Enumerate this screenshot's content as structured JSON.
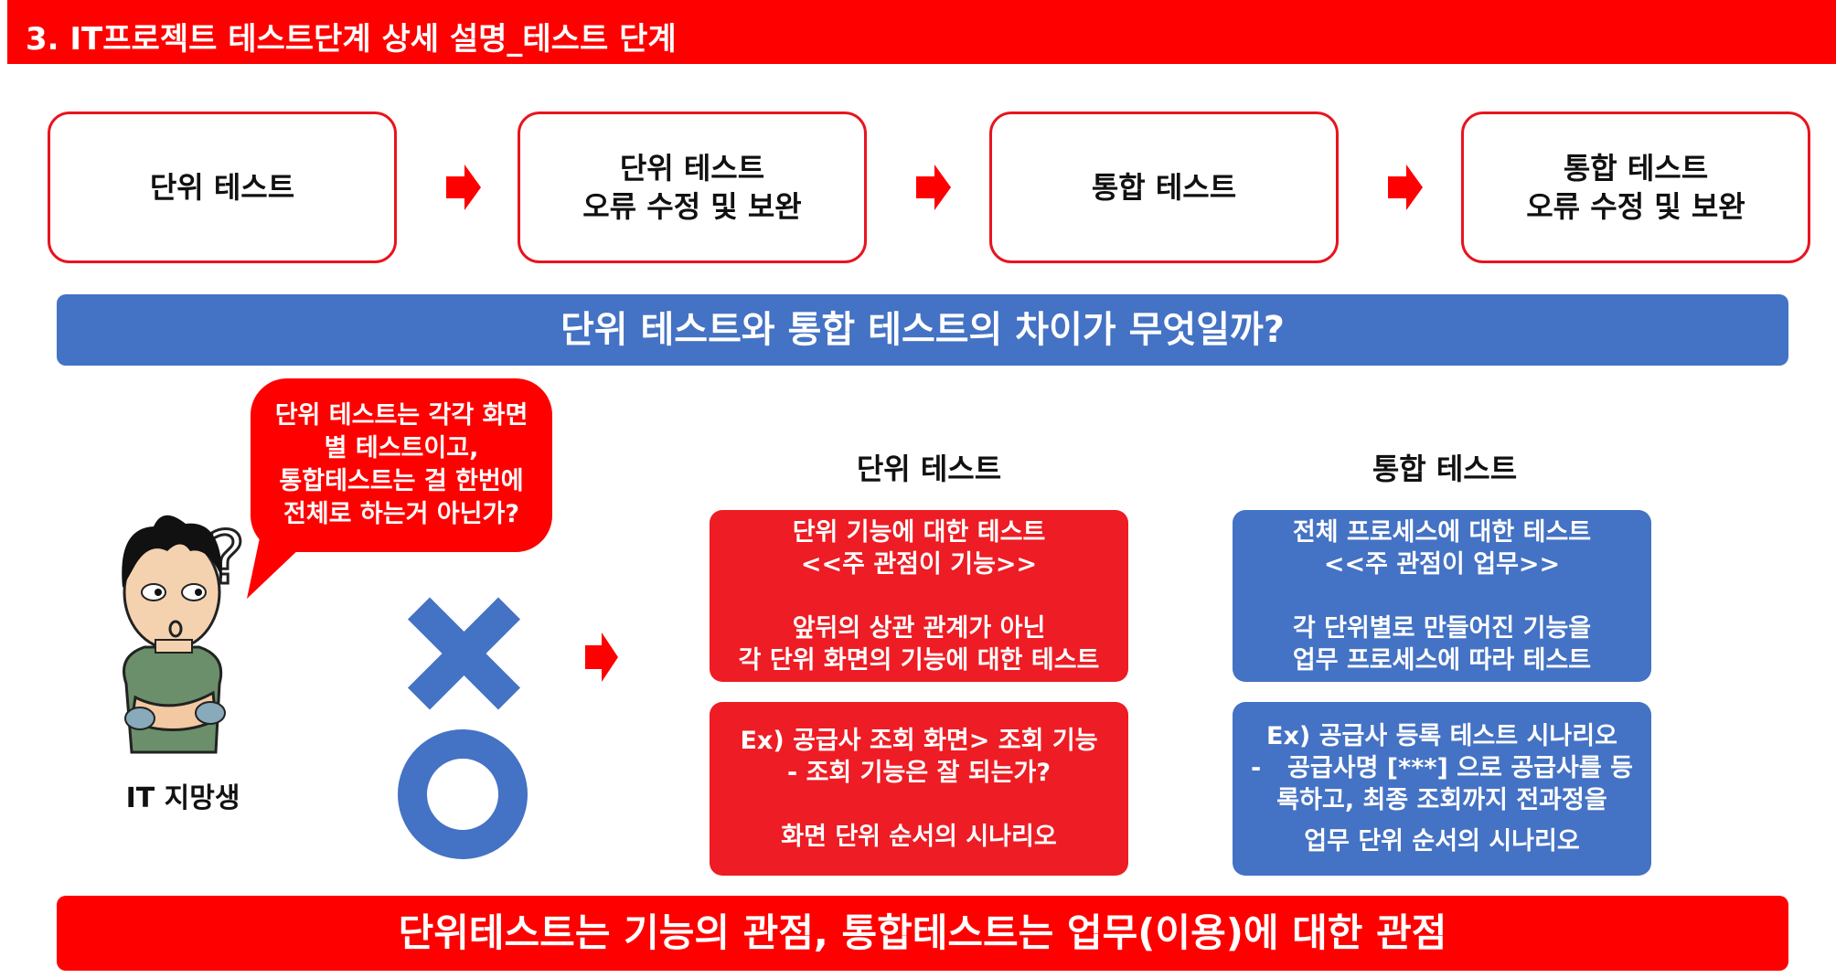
{
  "header": {
    "title": "3. IT프로젝트 테스트단계 상세 설명_테스트 단계"
  },
  "steps": [
    {
      "line1": "단위 테스트",
      "line2": ""
    },
    {
      "line1": "단위 테스트",
      "line2": "오류 수정 및 보완"
    },
    {
      "line1": "통합 테스트",
      "line2": ""
    },
    {
      "line1": "통합 테스트",
      "line2": "오류 수정 및 보완"
    }
  ],
  "question": "단위 테스트와 통합 테스트의 차이가 무엇일까?",
  "bubble": {
    "lines": [
      "단위 테스트는 각각 화면",
      "별 테스트이고,",
      "통합테스트는 걸 한번에",
      "전체로 하는거 아닌가?"
    ]
  },
  "person": {
    "label": "IT 지망생"
  },
  "unit": {
    "heading": "단위 테스트",
    "box1": {
      "l1": "단위 기능에 대한 테스트",
      "l2": "<<주 관점이 기능>>",
      "l3": "앞뒤의 상관 관계가 아닌",
      "l4": "각 단위 화면의 기능에 대한 테스트"
    },
    "box2": {
      "l1": "Ex) 공급사 조회 화면> 조회 기능",
      "l2": "- 조회 기능은 잘 되는가?",
      "l3": "화면 단위 순서의 시나리오"
    }
  },
  "integration": {
    "heading": "통합 테스트",
    "box1": {
      "l1": "전체 프로세스에 대한 테스트",
      "l2": "<<주 관점이 업무>>",
      "l3": "각 단위별로 만들어진 기능을",
      "l4": "업무 프로세스에 따라 테스트"
    },
    "box2": {
      "l1": "Ex) 공급사 등록 테스트 시나리오",
      "dash": "-",
      "l2": "공급사명 [***] 으로 공급사를 등",
      "l3": "록하고, 최종 조회까지 전과정을",
      "l4": "업무 단위 순서의 시나리오"
    }
  },
  "conclusion": "단위테스트는 기능의 관점, 통합테스트는 업무(이용)에 대한 관점",
  "colors": {
    "red": "#ff0000",
    "box_red": "#ee1c24",
    "blue": "#4472c4"
  }
}
